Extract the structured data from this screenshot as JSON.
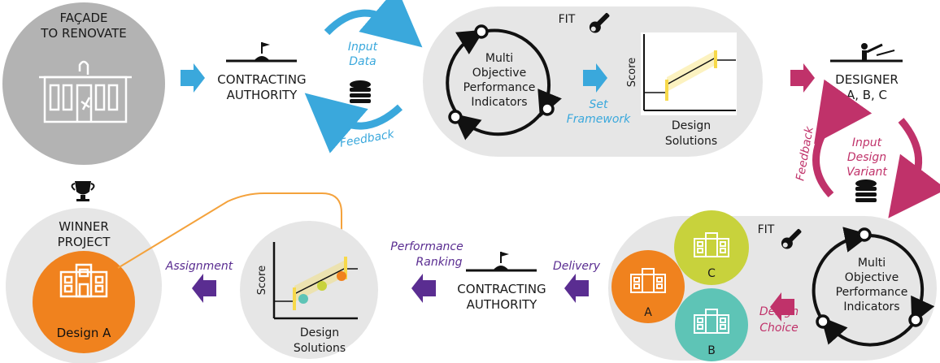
{
  "colors": {
    "panel_grey": "#e6e6e6",
    "circle_grey": "#b3b3b3",
    "accent_blue": "#3aa8dc",
    "accent_magenta": "#c0326a",
    "accent_purple": "#5a2d91",
    "design_a_orange": "#f0821e",
    "design_b_teal": "#5ec4b6",
    "design_c_lime": "#c8d23c",
    "band_yellow": "#f7d94a",
    "line_orange": "#f4a23c"
  },
  "icons": [
    "facade-icon",
    "flag-icon",
    "database-icon",
    "wrench-icon",
    "designer-icon",
    "trophy-icon",
    "building-icon"
  ],
  "facade": {
    "line1": "FAÇADE",
    "line2": "TO RENOVATE"
  },
  "authority_top": {
    "line1": "CONTRACTING",
    "line2": "AUTHORITY"
  },
  "input_data": {
    "line1": "Input",
    "line2": "Data"
  },
  "feedback_top": "Feedback",
  "fit_top": "FIT",
  "mopi_top": {
    "line1": "Multi",
    "line2": "Objective",
    "line3": "Performance",
    "line4": "Indicators"
  },
  "set_framework": {
    "line1": "Set",
    "line2": "Framework"
  },
  "chart_top": {
    "ylabel": "Score",
    "xlabel1": "Design",
    "xlabel2": "Solutions"
  },
  "designer": {
    "line1": "DESIGNER",
    "line2": "A, B, C"
  },
  "input_design_variant": {
    "line1": "Input",
    "line2": "Design",
    "line3": "Variant"
  },
  "feedback_right": "Feedback",
  "fit_bottom": "FIT",
  "mopi_bottom": {
    "line1": "Multi",
    "line2": "Objective",
    "line3": "Performance",
    "line4": "Indicators"
  },
  "design_choice": {
    "line1": "Design",
    "line2": "Choice"
  },
  "designs": {
    "a": "A",
    "b": "B",
    "c": "C"
  },
  "delivery": "Delivery",
  "authority_bottom": {
    "line1": "CONTRACTING",
    "line2": "AUTHORITY"
  },
  "performance_ranking": {
    "line1": "Performance",
    "line2": "Ranking"
  },
  "chart_bottom": {
    "ylabel": "Score",
    "xlabel1": "Design",
    "xlabel2": "Solutions"
  },
  "assignment": "Assignment",
  "winner": {
    "line1": "WINNER",
    "line2": "PROJECT",
    "design_label": "Design A"
  }
}
